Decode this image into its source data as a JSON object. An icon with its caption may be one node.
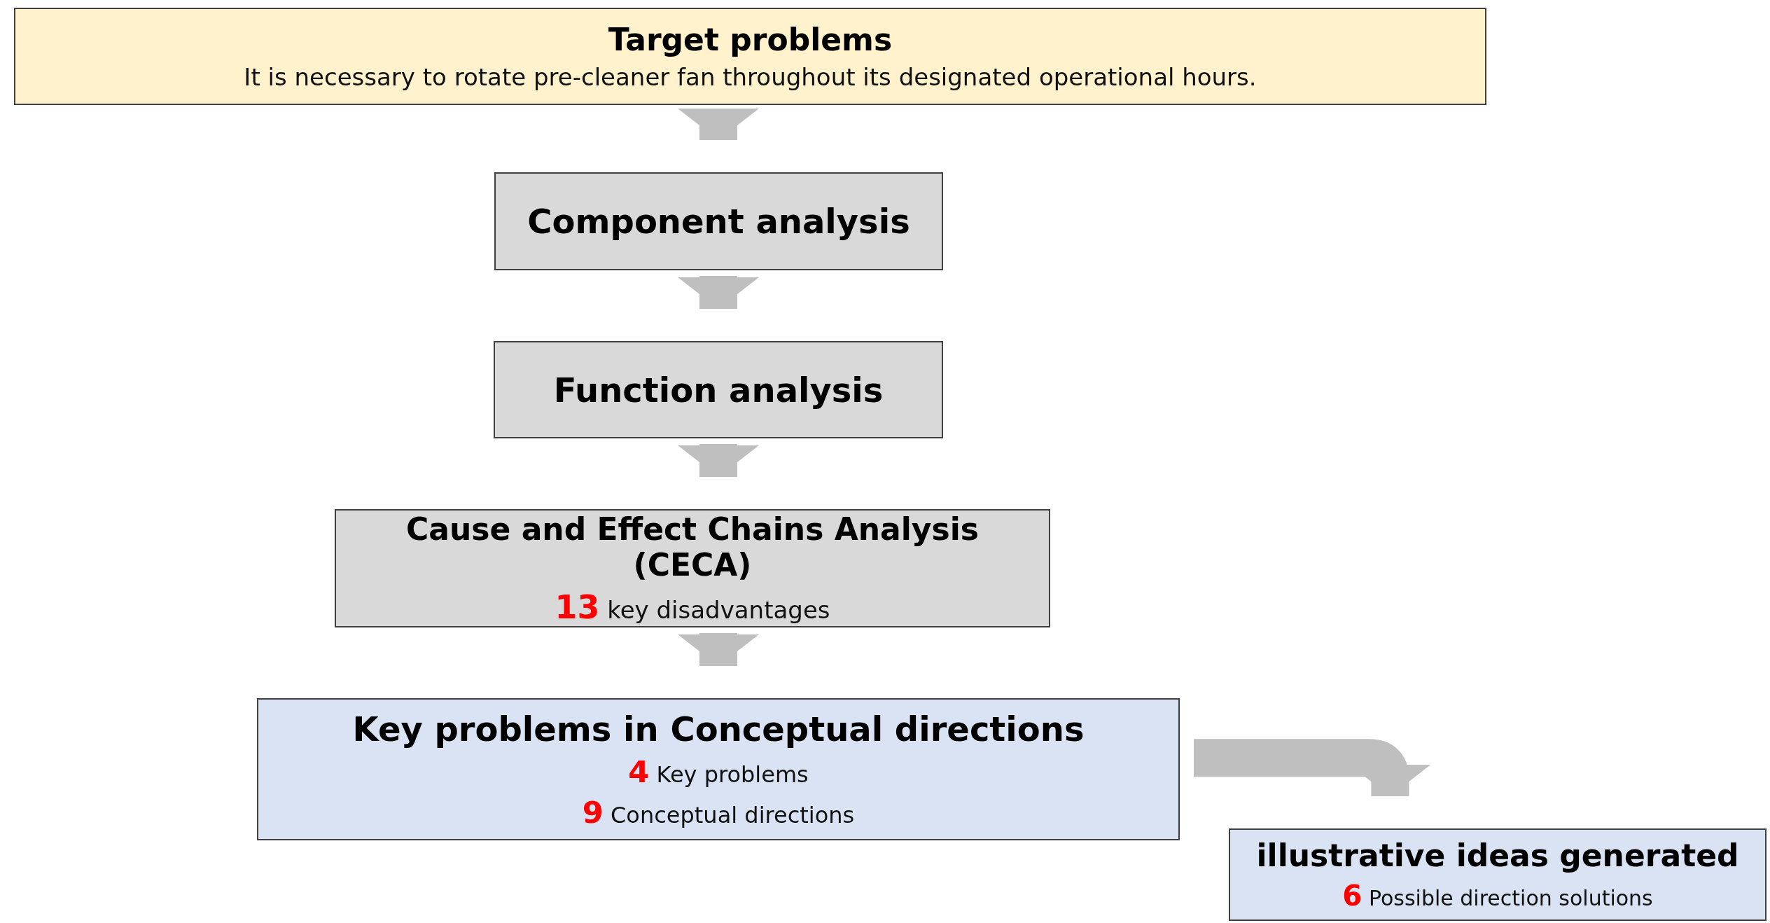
{
  "diagram": {
    "nodes": [
      {
        "text": [
          "Target problems",
          "It is necessary to rotate pre-cleaner fan throughout its designated operational hours."
        ]
      },
      {
        "text": [
          "Component analysis"
        ]
      },
      {
        "text": [
          "Function analysis"
        ]
      },
      {
        "text": [
          "Cause and Effect Chains Analysis (CECA)",
          "**13** key disadvantages"
        ]
      },
      {
        "text": [
          "Key problems in Conceptual directions",
          "**4** Key problems",
          "**9** Conceptual directions"
        ]
      },
      {
        "text": [
          "illustrative ideas generated",
          "**6** Possible direction solutions"
        ]
      }
    ],
    "edges": [
      {
        "from": 0,
        "to": 1,
        "arrow": "to"
      },
      {
        "from": 1,
        "to": 2,
        "arrow": "to"
      },
      {
        "from": 2,
        "to": 3,
        "arrow": "to"
      },
      {
        "from": 3,
        "to": 4,
        "arrow": "to"
      },
      {
        "from": 4,
        "to": 5,
        "arrow": "to"
      }
    ]
  }
}
